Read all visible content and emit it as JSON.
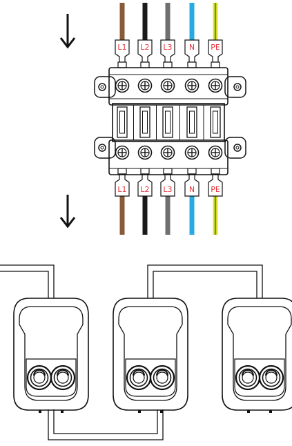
{
  "top_wires": [
    {
      "label": "L1",
      "color": "#8a5a38"
    },
    {
      "label": "L2",
      "color": "#1a1a1a"
    },
    {
      "label": "L3",
      "color": "#707070"
    },
    {
      "label": "N",
      "color": "#27a9e1"
    },
    {
      "label": "PE",
      "color": "#f4e21a",
      "stripe": "#3ca84a"
    }
  ],
  "bottom_wires": [
    {
      "label": "L1",
      "color": "#8a5a38"
    },
    {
      "label": "L2",
      "color": "#1a1a1a"
    },
    {
      "label": "L3",
      "color": "#707070"
    },
    {
      "label": "N",
      "color": "#27a9e1"
    },
    {
      "label": "PE",
      "color": "#f4e21a",
      "stripe": "#3ca84a"
    }
  ],
  "icons": {
    "flow_in": "arrow-down-icon",
    "flow_out": "arrow-down-icon"
  },
  "chargers": [
    {
      "name": "charger-left"
    },
    {
      "name": "charger-middle"
    },
    {
      "name": "charger-right"
    }
  ]
}
